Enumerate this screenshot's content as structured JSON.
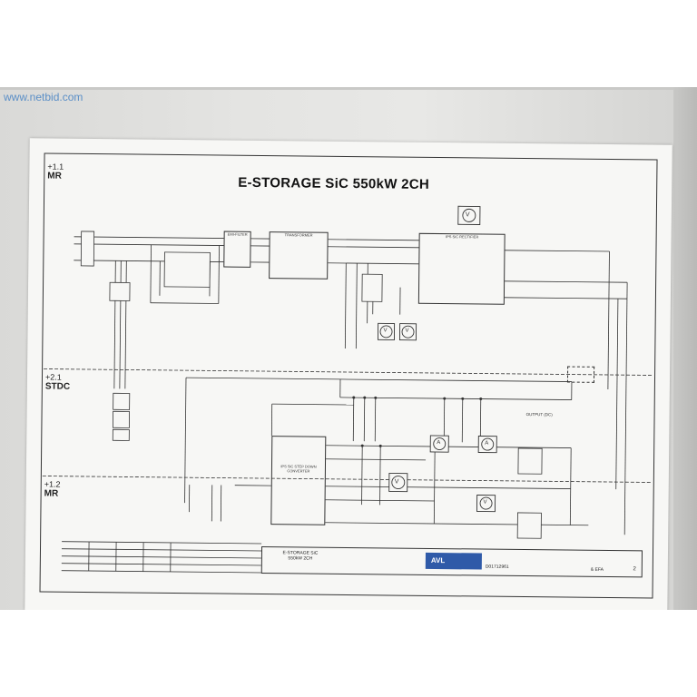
{
  "watermark": "www.netbid.com",
  "diagram": {
    "title": "E-STORAGE SiC 550kW 2CH",
    "sections": [
      {
        "code": "+1.1",
        "label": "MR"
      },
      {
        "code": "+2.1",
        "label": "STDC"
      },
      {
        "code": "+1.2",
        "label": "MR"
      }
    ],
    "blocks": {
      "emi_filter": "EMI-FILTER",
      "transformer": "TRANSFORMER",
      "rectifier": "IPS SiC RECTIFIER",
      "stepdown": "IPS SiC STEP DOWN CONVERTER",
      "output": "OUTPUT (DC)"
    },
    "meter_v": "V",
    "meter_a": "A"
  },
  "title_block": {
    "name_line1": "E-STORAGE SiC",
    "name_line2": "550kW 2CH",
    "logo": "AVL",
    "doc_number": "D01712961",
    "drawn_by": "& EFA",
    "page": "2"
  }
}
